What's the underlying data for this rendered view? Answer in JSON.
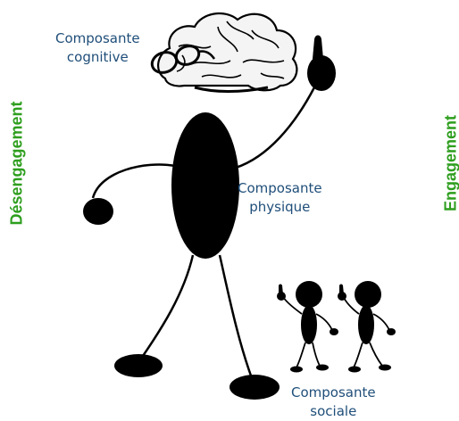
{
  "labels": {
    "cognitive": {
      "line1": "Composante",
      "line2": "cognitive"
    },
    "physical": {
      "line1": "Composante",
      "line2": "physique"
    },
    "social": {
      "line1": "Composante",
      "line2": "sociale"
    }
  },
  "axis": {
    "left": "Désengagement",
    "right": "Engagement"
  },
  "colors": {
    "label_text": "#1f4e79",
    "axis_text": "#2e9e1e",
    "figure_fill": "#000000"
  },
  "icons": [
    "brain-icon",
    "glasses-icon",
    "thumbs-up-icon",
    "stick-figure-icon"
  ]
}
